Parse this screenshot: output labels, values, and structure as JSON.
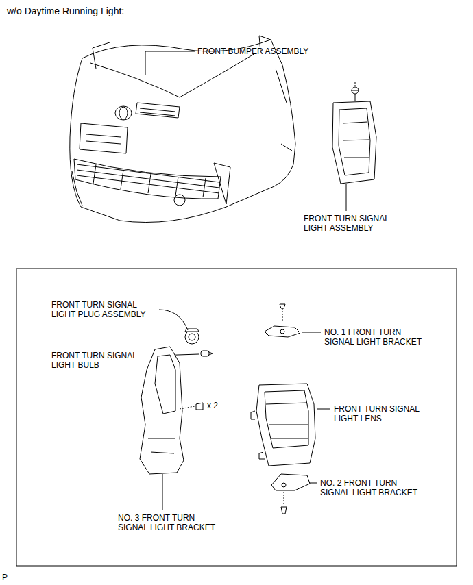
{
  "diagram": {
    "title": "w/o Daytime Running Light:",
    "labels": [
      "FRONT BUMPER ASSEMBLY",
      "FRONT TURN SIGNAL LIGHT ASSEMBLY",
      "FRONT TURN SIGNAL LIGHT PLUG ASSEMBLY",
      "FRONT TURN SIGNAL LIGHT BULB",
      "NO. 1 FRONT TURN SIGNAL LIGHT BRACKET",
      "x 2",
      "FRONT TURN SIGNAL LIGHT LENS",
      "NO. 2 FRONT TURN SIGNAL LIGHT BRACKET",
      "NO. 3 FRONT TURN SIGNAL LIGHT BRACKET",
      "P"
    ]
  }
}
